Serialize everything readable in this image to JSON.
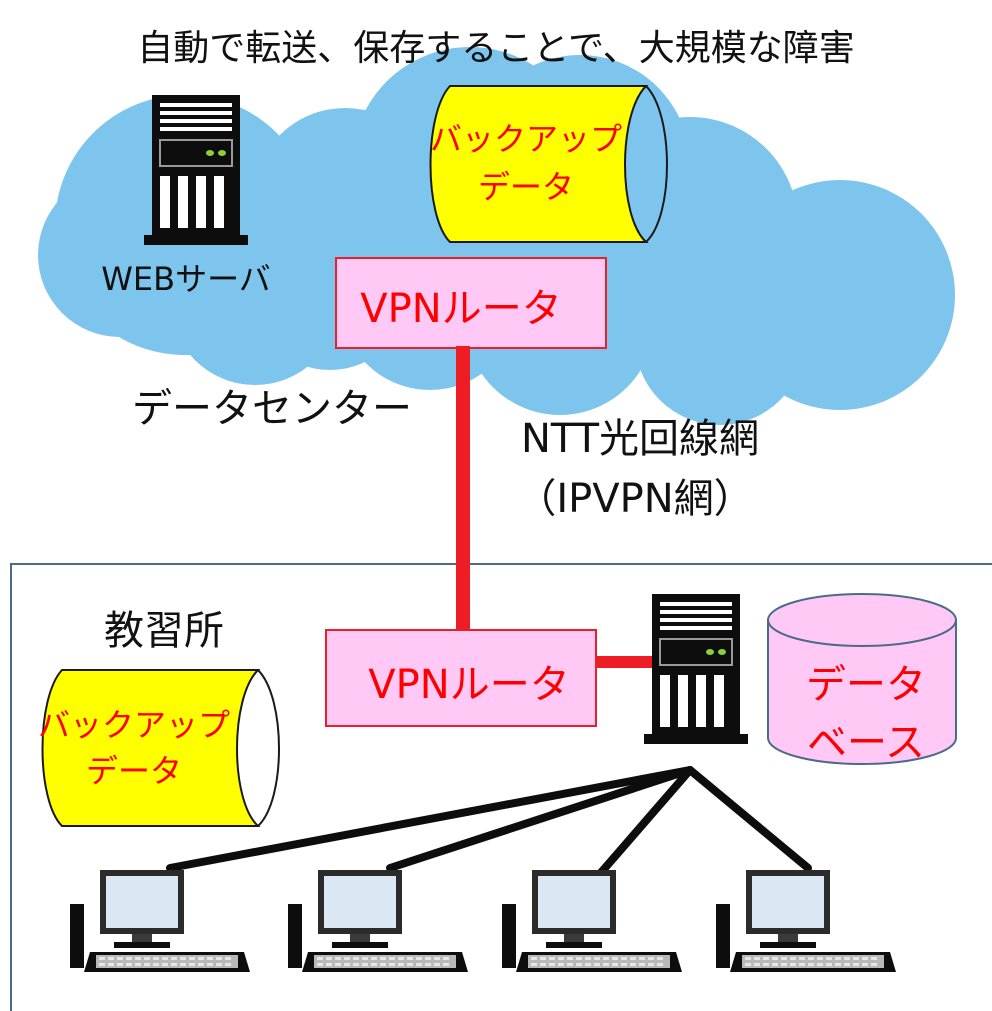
{
  "title": "自動で転送、保存することで、大規模な障害",
  "data_center": {
    "label": "データセンター",
    "web_server_label": "WEBサーバ",
    "router_label": "VPNルータ",
    "backup": {
      "line1": "バックアップ",
      "line2": "データ"
    }
  },
  "network": {
    "line1": "NTT光回線網",
    "line2": "（IPVPN網）"
  },
  "school": {
    "label": "教習所",
    "router_label": "VPNルータ",
    "backup": {
      "line1": "バックアップ",
      "line2": "データ"
    },
    "database": {
      "line1": "データ",
      "line2": "ベース"
    },
    "client_count": 4
  },
  "colors": {
    "cloud": "#7ec5ee",
    "vpn_fill": "#ffc8f5",
    "vpn_border": "#e8202a",
    "red_text": "#ff0000",
    "backup_fill": "#ffff00",
    "database_fill": "#ffc8f5",
    "link_red": "#ee1c24",
    "server": "#0d0d0d",
    "led": "#8dd13a",
    "monitor_screen": "#dbe8f4",
    "school_border": "#4a6b8a"
  },
  "icons": [
    "web-server-icon",
    "database-server-icon",
    "database-cylinder-icon",
    "backup-tape-icon",
    "desktop-computer-icon"
  ]
}
